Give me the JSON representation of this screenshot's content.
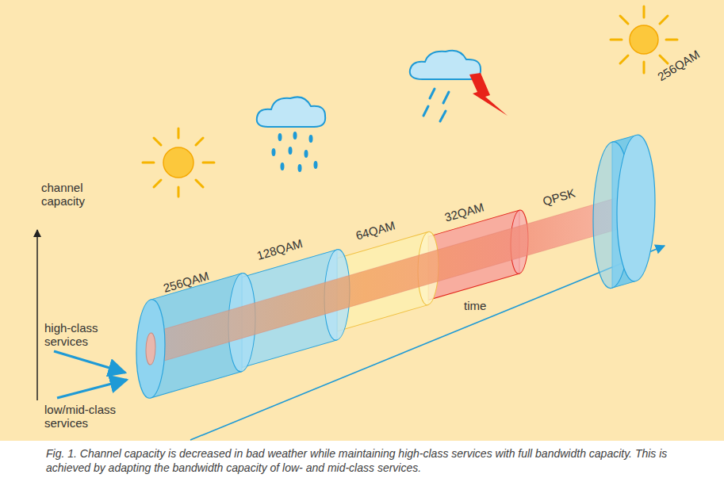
{
  "diagram": {
    "caption": "Fig. 1. Channel capacity is decreased in bad weather while maintaining high-class services with full bandwidth capacity. This is achieved by adapting the bandwidth capacity of low- and mid-class services.",
    "labels": [
      "channel capacity",
      "high-class services",
      "low/mid-class services",
      "time",
      "256QAM",
      "128QAM",
      "64QAM",
      "32QAM",
      "QPSK",
      "256QAM"
    ]
  }
}
